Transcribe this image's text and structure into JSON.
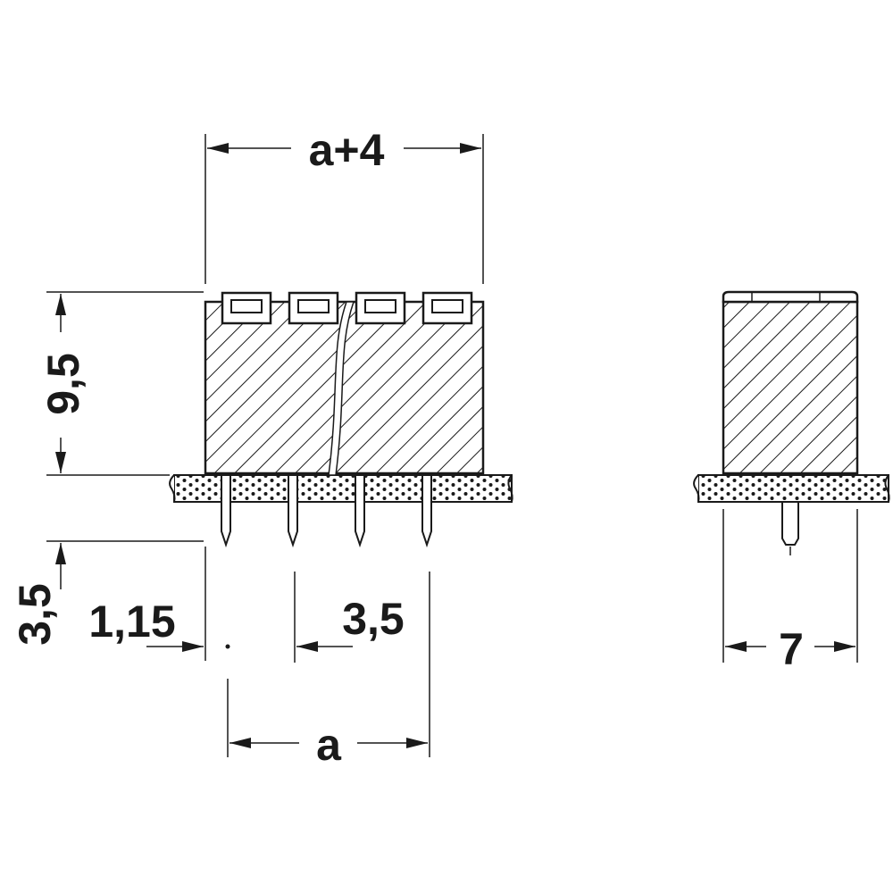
{
  "front_view": {
    "width_label": "a+4",
    "height_label": "9,5",
    "pin_length_label": "3,5",
    "pin_offset_label": "1,15",
    "pitch_label": "3,5",
    "span_label": "a"
  },
  "side_view": {
    "depth_label": "7"
  },
  "colors": {
    "line": "#1a1a1a",
    "background": "#ffffff"
  }
}
